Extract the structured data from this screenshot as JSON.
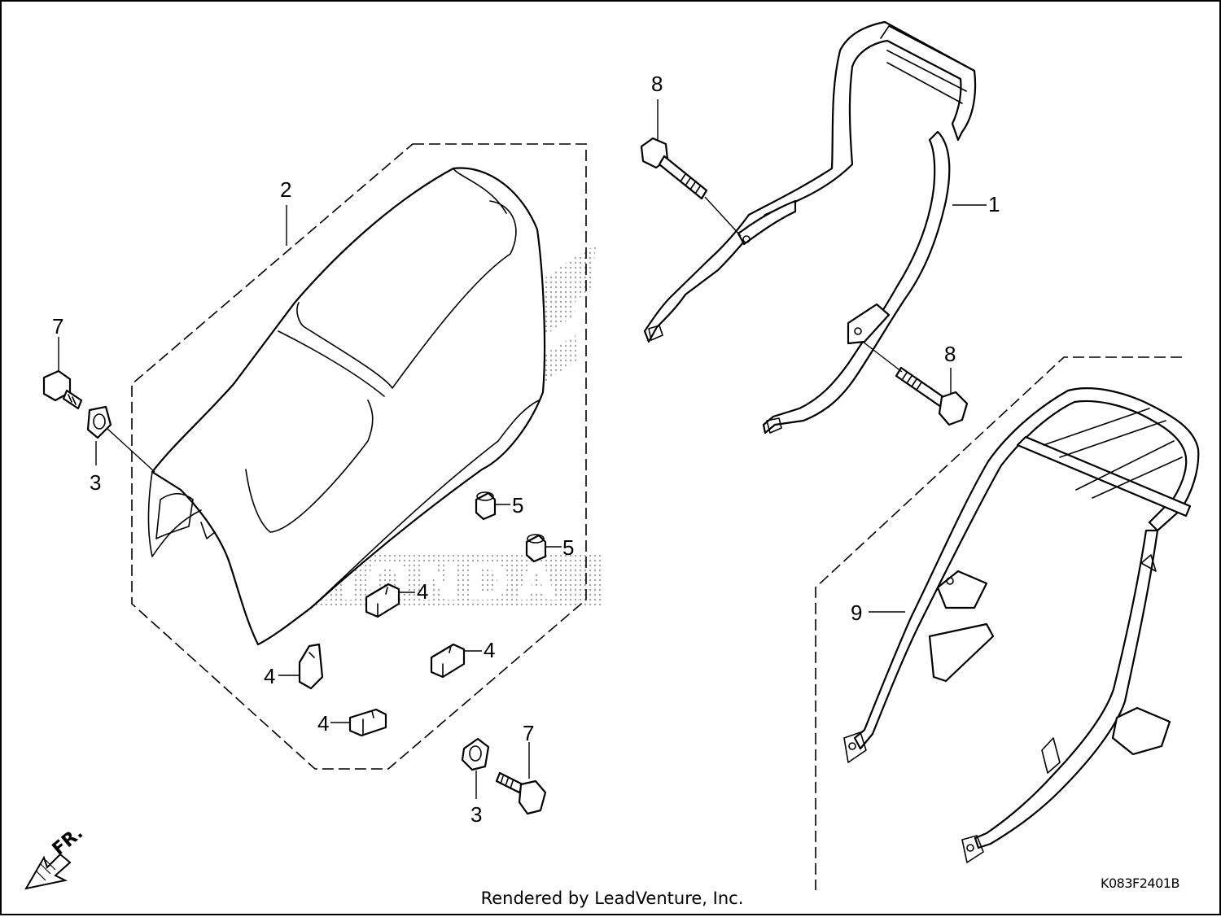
{
  "callouts": {
    "c1": "1",
    "c2": "2",
    "c3a": "3",
    "c3b": "3",
    "c4a": "4",
    "c4b": "4",
    "c4c": "4",
    "c4d": "4",
    "c5a": "5",
    "c5b": "5",
    "c7a": "7",
    "c7b": "7",
    "c8a": "8",
    "c8b": "8",
    "c9": "9"
  },
  "front_indicator": "FR.",
  "watermark": "HONDA",
  "diagram_code": "K083F2401B",
  "footer": "Rendered by LeadVenture, Inc."
}
